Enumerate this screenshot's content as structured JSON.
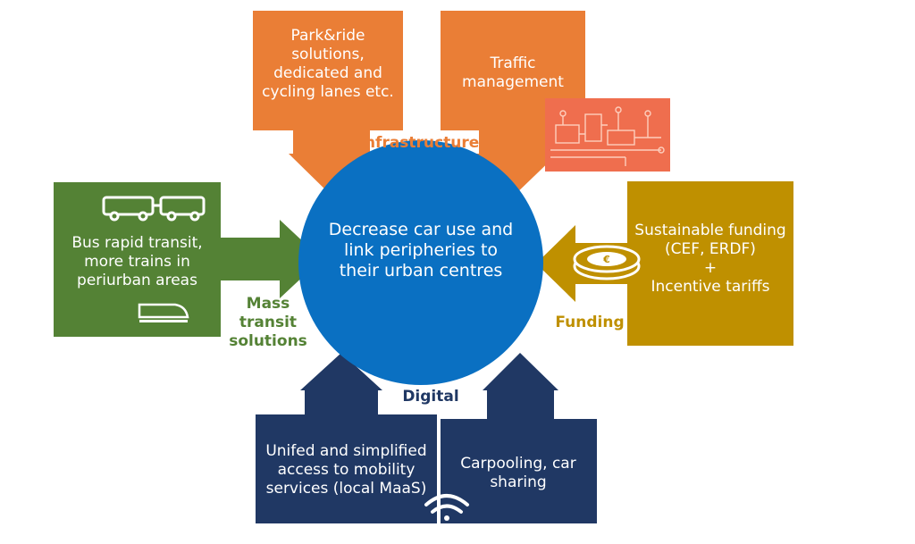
{
  "center": {
    "text": "Decrease car use and link peripheries to their urban centres",
    "color": "#0a70c2"
  },
  "infrastructures": {
    "label": "Infrastructures",
    "color": "#ea7e36",
    "boxes": [
      "Park&ride solutions, dedicated and cycling lanes etc.",
      "Traffic management"
    ]
  },
  "mass_transit": {
    "label": "Mass transit solutions",
    "color": "#548235",
    "box": "Bus rapid transit, more trains in periurban areas"
  },
  "funding": {
    "label": "Funding",
    "color": "#bf9000",
    "box_line1": "Sustainable funding (CEF, ERDF)",
    "box_plus": "+",
    "box_line2": "Incentive tariffs"
  },
  "digital": {
    "label": "Digital",
    "color": "#203864",
    "boxes": [
      "Unifed and simplified access to mobility services (local MaaS)",
      "Carpooling, car sharing"
    ]
  },
  "icons": [
    "bus-icon",
    "train-icon",
    "coin-icon",
    "wifi-icon",
    "circuit-image"
  ]
}
